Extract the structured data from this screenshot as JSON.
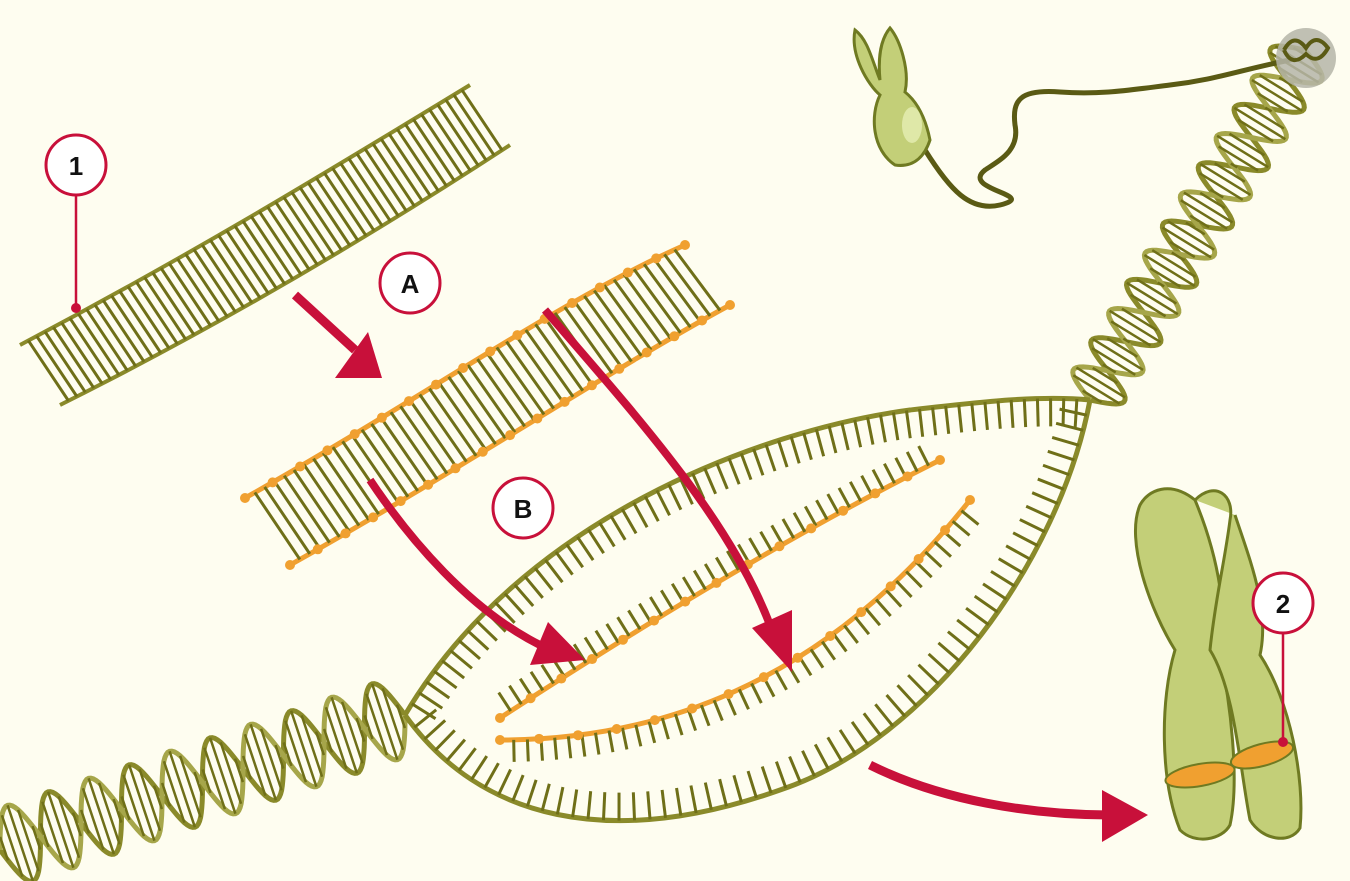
{
  "labels": {
    "marker_1": "1",
    "marker_2": "2",
    "marker_A": "A",
    "marker_B": "B"
  },
  "colors": {
    "background": "#fefdf0",
    "dna_strand": "#8a8a2a",
    "dna_rung": "#6f6f18",
    "inserted_strand": "#f0a030",
    "arrow": "#c8103a",
    "label_ring": "#c8103a",
    "chromosome_fill": "#c3cf78",
    "chromosome_stroke": "#6f7a22",
    "chromosome_band": "#f0a030"
  },
  "icons": {
    "small_chromosome": "chromosome-icon",
    "large_chromosome": "chromosome-icon",
    "coil": "chromatin-coil-icon"
  }
}
